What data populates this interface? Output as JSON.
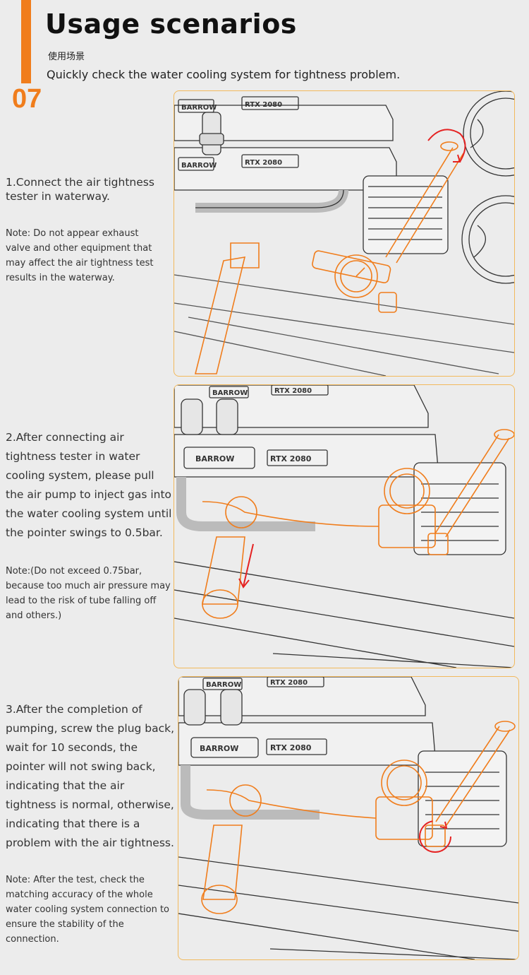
{
  "header": {
    "title": "Usage scenarios",
    "subtitle_cn": "使用场景",
    "subtitle_en": "Quickly check the water cooling system for tightness problem.",
    "number": "07"
  },
  "colors": {
    "accent": "#f07d1c",
    "panel_border": "#f2b95c",
    "arrow_red": "#e52222",
    "background": "#ececec"
  },
  "steps": [
    {
      "main": "1.Connect the air tightness tester in waterway.",
      "note": "Note: Do not appear exhaust valve and other equipment that may affect the air tightness test results in the waterway."
    },
    {
      "main": "2.After connecting air tightness tester in water cooling system, please pull the air pump to inject gas into the water cooling system until the pointer swings to 0.5bar.",
      "note": "Note:(Do not exceed 0.75bar, because too much air pressure may lead to the risk of tube falling off and others.)"
    },
    {
      "main": "3.After the completion of pumping, screw the plug back, wait for 10 seconds, the pointer will not swing back, indicating that the air tightness is normal, otherwise, indicating that there is a problem with the air tightness.",
      "note": "Note: After the test, check the matching accuracy of the whole water cooling system connection to ensure the stability of the connection."
    }
  ],
  "illustration_labels": {
    "brand": "BARROW",
    "gpu": "RTX 2080"
  }
}
